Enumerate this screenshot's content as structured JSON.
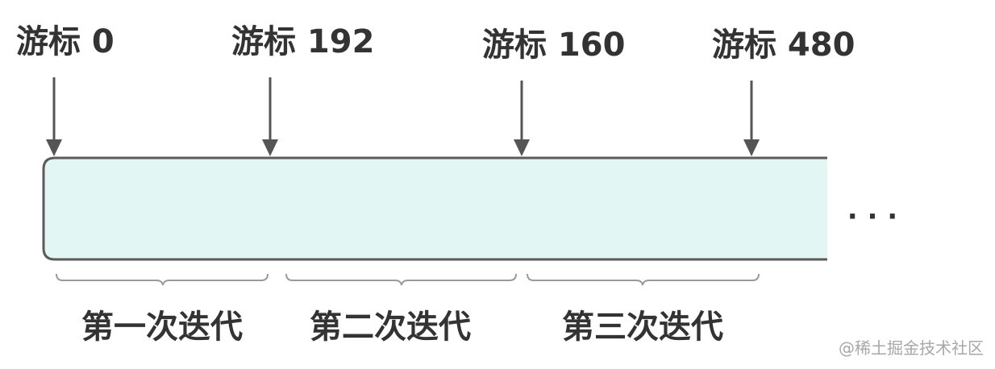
{
  "cursors": [
    {
      "label": "游标 0"
    },
    {
      "label": "游标 192"
    },
    {
      "label": "游标 160"
    },
    {
      "label": "游标 480"
    }
  ],
  "iterations": [
    {
      "label": "第一次迭代"
    },
    {
      "label": "第二次迭代"
    },
    {
      "label": "第三次迭代"
    }
  ],
  "ellipsis": "· · ·",
  "watermark": "@稀土掘金技术社区",
  "colors": {
    "bar_fill": "#e2f6f3",
    "bar_stroke": "#5b5b5b",
    "arrow": "#555555",
    "text": "#333333",
    "watermark": "#a7a7a7"
  }
}
